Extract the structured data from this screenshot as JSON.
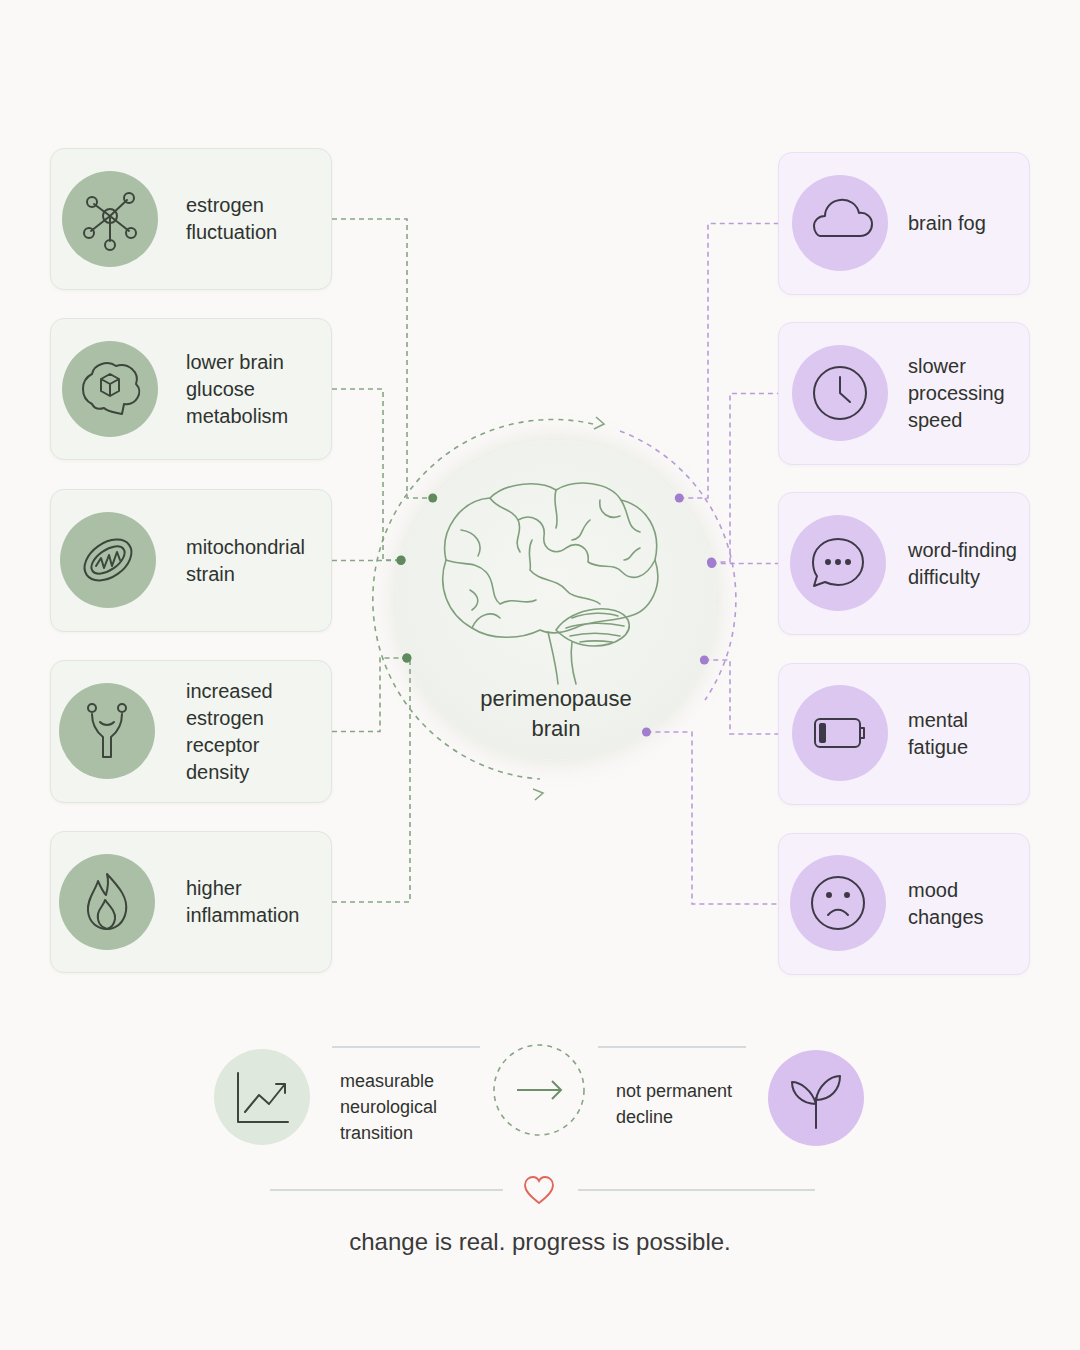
{
  "diagram": {
    "caption": "change is real. progress is possible.",
    "nodes": [
      {
        "text": [
          "estrogen fluctuation"
        ]
      },
      {
        "text": [
          "lower brain glucose metabolism"
        ]
      },
      {
        "text": [
          "mitochondrial strain"
        ]
      },
      {
        "text": [
          "increased estrogen receptor density"
        ]
      },
      {
        "text": [
          "higher inflammation"
        ]
      },
      {
        "text": [
          "perimenopause brain"
        ]
      },
      {
        "text": [
          "brain fog"
        ]
      },
      {
        "text": [
          "slower processing speed"
        ]
      },
      {
        "text": [
          "word-finding difficulty"
        ]
      },
      {
        "text": [
          "mental fatigue"
        ]
      },
      {
        "text": [
          "mood changes"
        ]
      }
    ],
    "edges": [
      {
        "from": 0,
        "to": 5,
        "arrow": "none"
      },
      {
        "from": 1,
        "to": 5,
        "arrow": "none"
      },
      {
        "from": 2,
        "to": 5,
        "arrow": "none"
      },
      {
        "from": 3,
        "to": 5,
        "arrow": "none"
      },
      {
        "from": 4,
        "to": 5,
        "arrow": "none"
      },
      {
        "from": 5,
        "to": 6,
        "arrow": "none"
      },
      {
        "from": 5,
        "to": 7,
        "arrow": "none"
      },
      {
        "from": 5,
        "to": 8,
        "arrow": "none"
      },
      {
        "from": 5,
        "to": 9,
        "arrow": "none"
      },
      {
        "from": 5,
        "to": 10,
        "arrow": "none"
      }
    ],
    "labels": [
      "measurable neurological transition",
      "not permanent decline"
    ]
  }
}
